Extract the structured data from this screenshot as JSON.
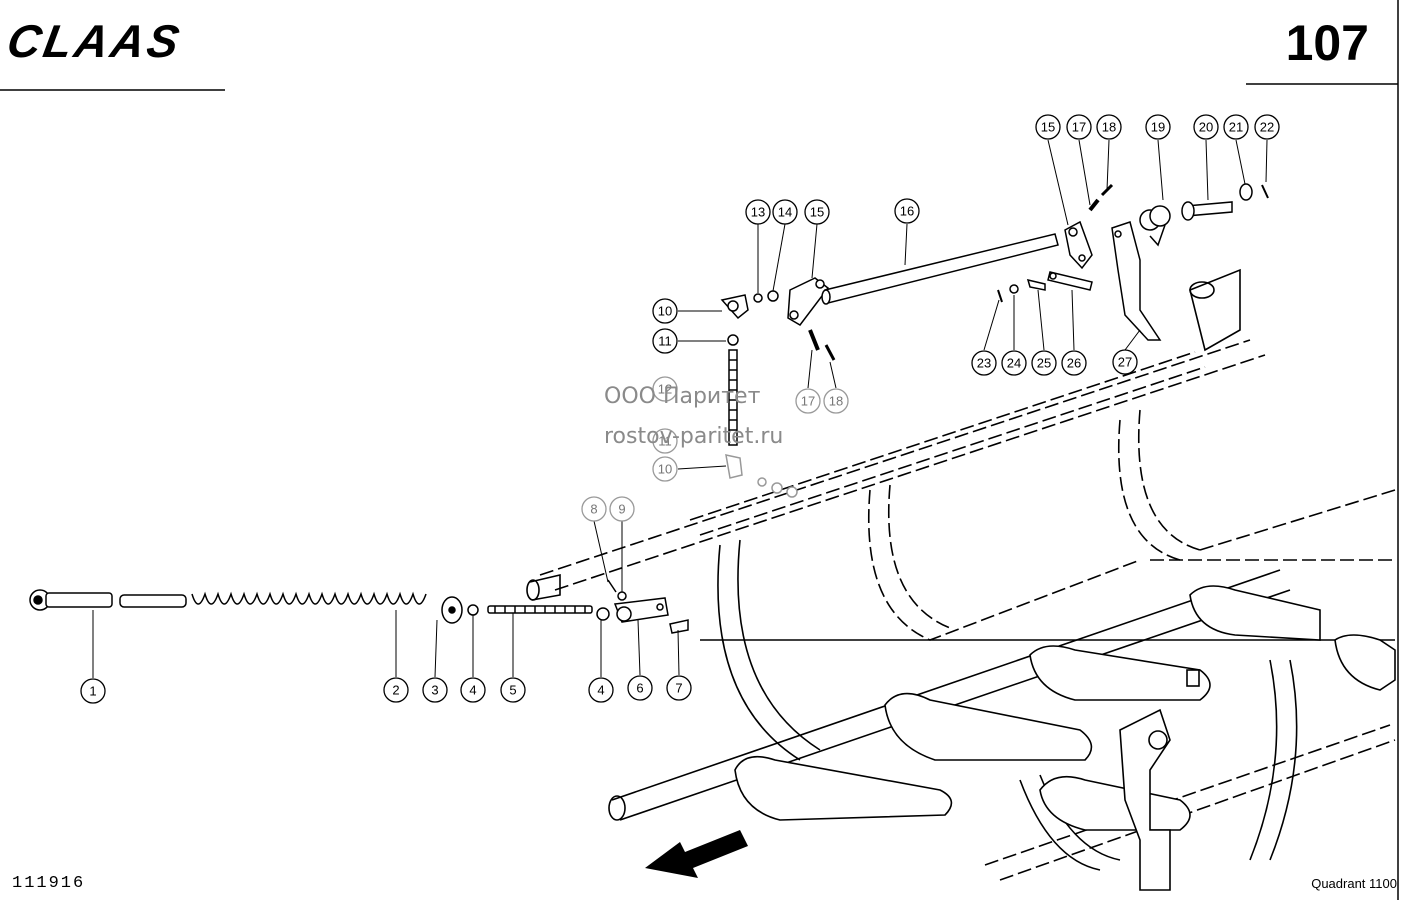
{
  "header": {
    "logo_text": "CLAAS",
    "page_number": "107"
  },
  "footer": {
    "drawing_number": "111916",
    "model": "Quadrant 1100"
  },
  "watermark": {
    "line1": "ООО Паритет",
    "line2": "rostov-paritet.ru"
  },
  "callouts": [
    {
      "id": "c1",
      "label": "1"
    },
    {
      "id": "c2",
      "label": "2"
    },
    {
      "id": "c3",
      "label": "3"
    },
    {
      "id": "c4a",
      "label": "4"
    },
    {
      "id": "c5",
      "label": "5"
    },
    {
      "id": "c4b",
      "label": "4"
    },
    {
      "id": "c6",
      "label": "6"
    },
    {
      "id": "c7",
      "label": "7"
    },
    {
      "id": "c8",
      "label": "8"
    },
    {
      "id": "c9",
      "label": "9"
    },
    {
      "id": "c10a",
      "label": "10"
    },
    {
      "id": "c11a",
      "label": "11"
    },
    {
      "id": "c12a",
      "label": "12"
    },
    {
      "id": "c11b",
      "label": "11"
    },
    {
      "id": "c10b",
      "label": "10"
    },
    {
      "id": "c13",
      "label": "13"
    },
    {
      "id": "c14",
      "label": "14"
    },
    {
      "id": "c15a",
      "label": "15"
    },
    {
      "id": "c16",
      "label": "16"
    },
    {
      "id": "c17a",
      "label": "17"
    },
    {
      "id": "c18a",
      "label": "18"
    },
    {
      "id": "c15b",
      "label": "15"
    },
    {
      "id": "c17b",
      "label": "17"
    },
    {
      "id": "c18b",
      "label": "18"
    },
    {
      "id": "c19",
      "label": "19"
    },
    {
      "id": "c20",
      "label": "20"
    },
    {
      "id": "c21",
      "label": "21"
    },
    {
      "id": "c22",
      "label": "22"
    },
    {
      "id": "c23",
      "label": "23"
    },
    {
      "id": "c24",
      "label": "24"
    },
    {
      "id": "c25",
      "label": "25"
    },
    {
      "id": "c26",
      "label": "26"
    },
    {
      "id": "c27",
      "label": "27"
    }
  ]
}
